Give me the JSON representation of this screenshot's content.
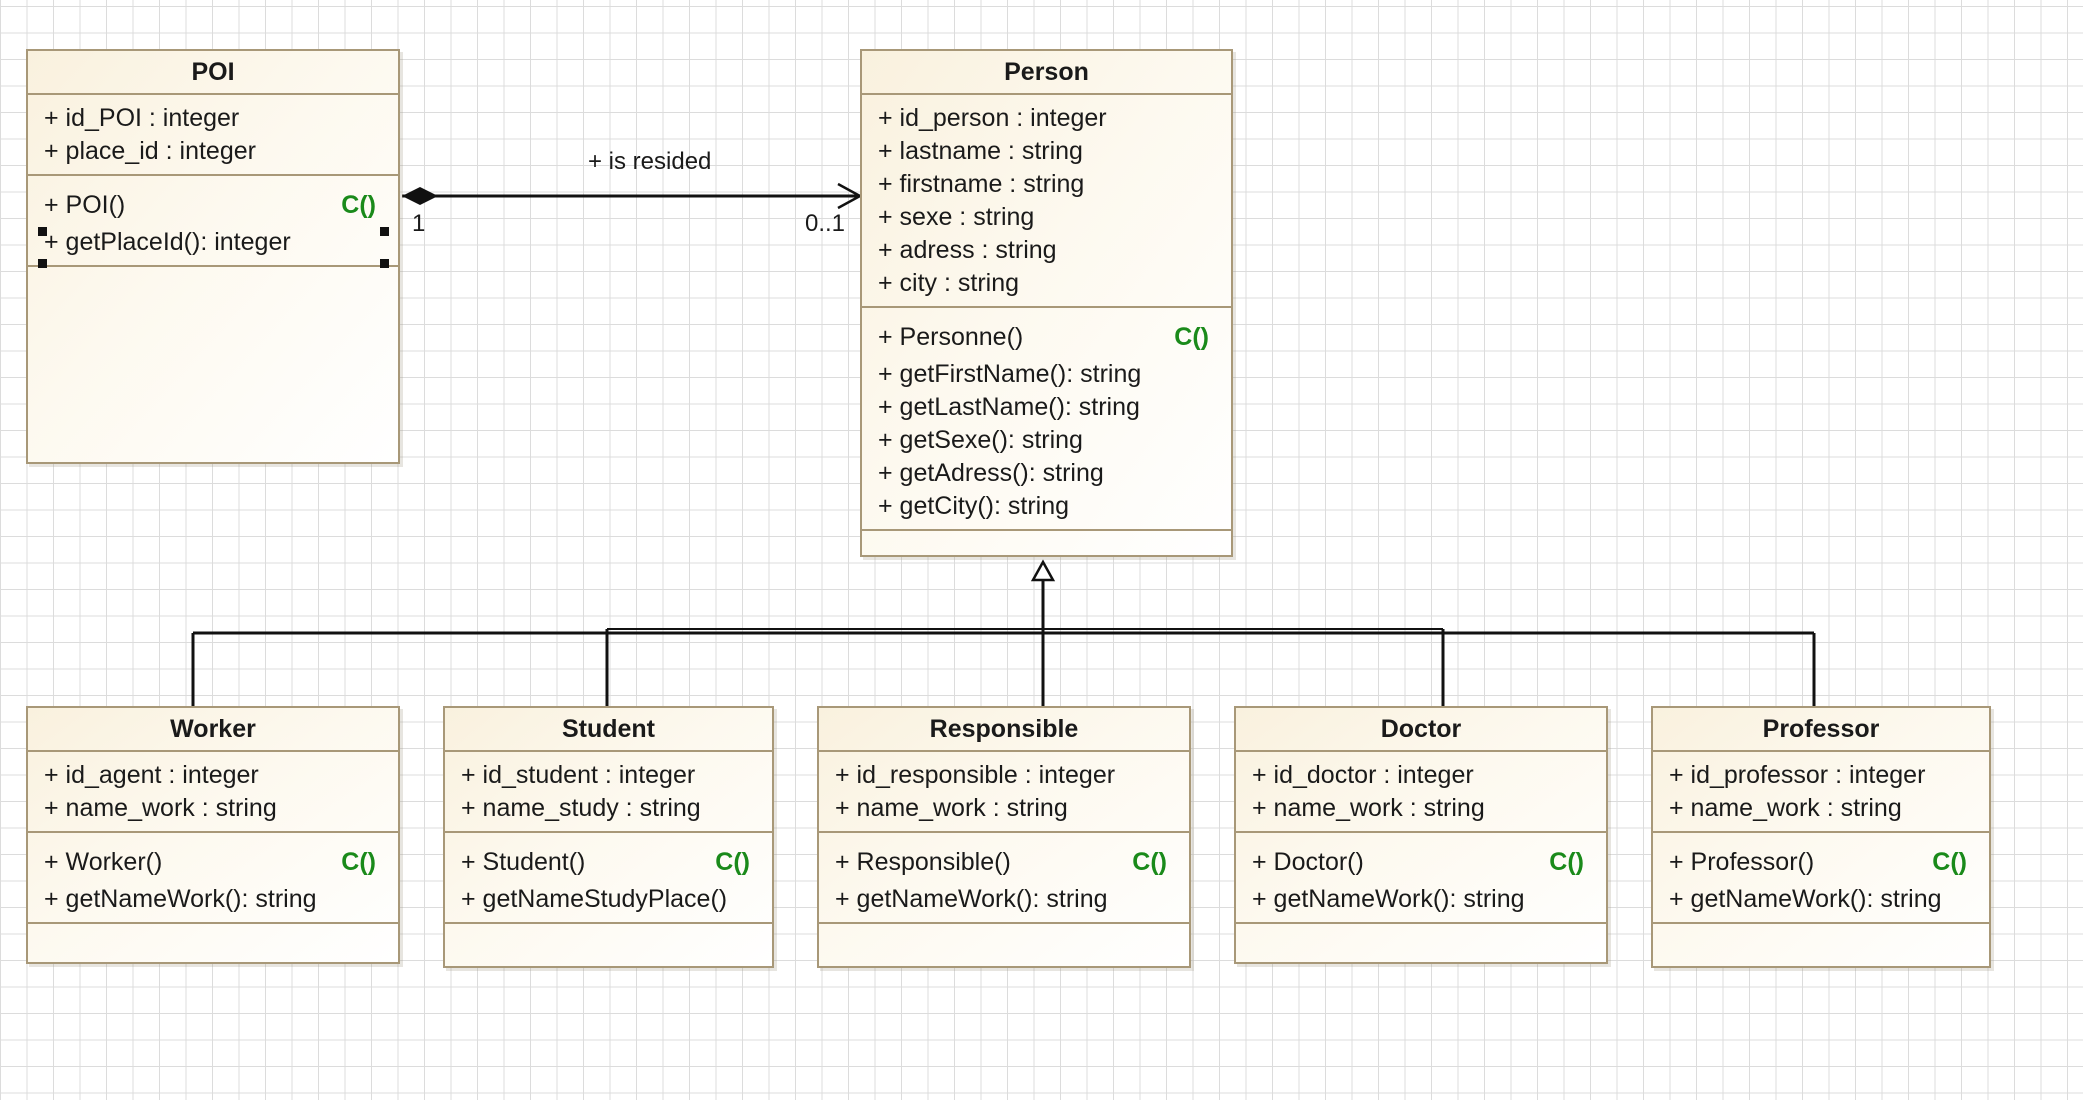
{
  "colors": {
    "ctor_tag": "#1a8a1a",
    "class_border": "#a89878",
    "class_fill": "#fbf4e3"
  },
  "association": {
    "label": "+ is resided",
    "source_multiplicity": "1",
    "target_multiplicity": "0..1"
  },
  "classes": {
    "poi": {
      "name": "POI",
      "attributes": [
        "+ id_POI : integer",
        "+ place_id : integer"
      ],
      "operations": [
        "+ POI()",
        "+ getPlaceId(): integer"
      ],
      "ctor_tag": "C()"
    },
    "person": {
      "name": "Person",
      "attributes": [
        "+ id_person : integer",
        "+ lastname : string",
        "+ firstname : string",
        "+ sexe : string",
        "+ adress : string",
        "+ city : string"
      ],
      "operations": [
        "+ Personne()",
        "+ getFirstName(): string",
        "+ getLastName(): string",
        "+ getSexe(): string",
        "+ getAdress(): string",
        "+ getCity(): string"
      ],
      "ctor_tag": "C()"
    },
    "worker": {
      "name": "Worker",
      "attributes": [
        "+ id_agent : integer",
        "+ name_work : string"
      ],
      "operations": [
        "+ Worker()",
        "+ getNameWork(): string"
      ],
      "ctor_tag": "C()"
    },
    "student": {
      "name": "Student",
      "attributes": [
        "+ id_student : integer",
        "+ name_study : string"
      ],
      "operations": [
        "+ Student()",
        "+ getNameStudyPlace()"
      ],
      "ctor_tag": "C()"
    },
    "responsible": {
      "name": "Responsible",
      "attributes": [
        "+ id_responsible : integer",
        "+ name_work : string"
      ],
      "operations": [
        "+ Responsible()",
        "+ getNameWork(): string"
      ],
      "ctor_tag": "C()"
    },
    "doctor": {
      "name": "Doctor",
      "attributes": [
        "+ id_doctor : integer",
        "+ name_work : string"
      ],
      "operations": [
        "+ Doctor()",
        "+ getNameWork(): string"
      ],
      "ctor_tag": "C()"
    },
    "professor": {
      "name": "Professor",
      "attributes": [
        "+ id_professor : integer",
        "+ name_work : string"
      ],
      "operations": [
        "+ Professor()",
        "+ getNameWork(): string"
      ],
      "ctor_tag": "C()"
    }
  }
}
